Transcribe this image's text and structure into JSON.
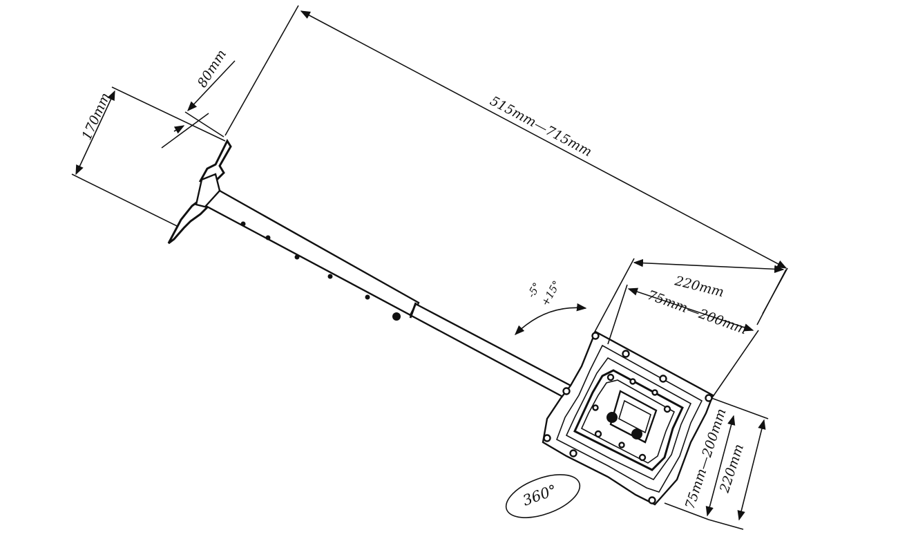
{
  "dimensions": {
    "arm_length": "515mm—715mm",
    "wall_plate_width": "80mm",
    "wall_plate_height": "170mm",
    "vesa_plate_width": "220mm",
    "vesa_pattern_horizontal": "75mm—200mm",
    "vesa_pattern_vertical": "75mm—200mm",
    "vesa_plate_height": "220mm"
  },
  "tilt": {
    "up": "-5°",
    "down": "+15°"
  },
  "rotation": "360°"
}
